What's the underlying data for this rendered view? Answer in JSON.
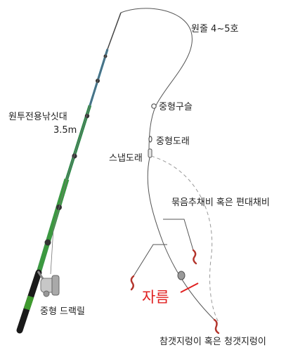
{
  "labels": {
    "main_line": "원줄 4~5호",
    "swivel_middle": "중형구슬",
    "swivel": "중형도래",
    "snap_swivel": "스냅도래",
    "rod_name": "원투전용낚싯대",
    "rod_length": "3.5m",
    "sinker_option": "묶음추채비 혹은 편대채비",
    "cut": "자름",
    "reel": "중형 드랙릴",
    "bait": "참갯지렁이 혹은 청갯지렁이"
  },
  "colors": {
    "line": "#555555",
    "dashed_line": "#999999",
    "cut_mark": "#e02020",
    "bait": "#b3352c",
    "rod_green": "#3f9a2e",
    "rod_blue": "#1c6fb0",
    "rod_grip": "#222222",
    "reel": "#b8b8b8"
  }
}
